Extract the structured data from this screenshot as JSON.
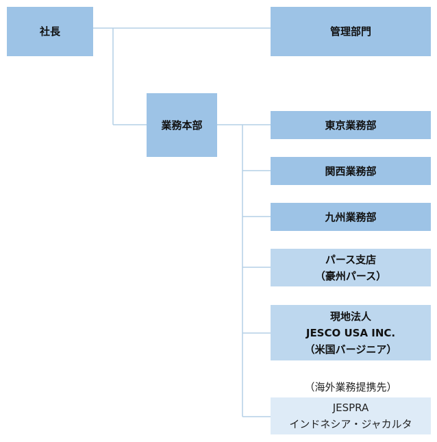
{
  "org_chart": {
    "president": "社長",
    "admin_dept": "管理部門",
    "sales_hq": "業務本部",
    "tokyo": "東京業務部",
    "kansai": "関西業務部",
    "kyushu": "九州業務部",
    "perth": {
      "line1": "パース支店",
      "line2": "（豪州パース）"
    },
    "subsidiary": {
      "line1": "現地法人",
      "line2": "JESCO USA INC.",
      "line3": "（米国バージニア）"
    },
    "partner_note": "（海外業務提携先）",
    "partner": {
      "line1": "JESPRA",
      "line2": "インドネシア・ジャカルタ"
    }
  },
  "colors": {
    "dark_box": "#9dc3e6",
    "mid_box": "#bdd7ee",
    "light_box": "#deebf7",
    "connector": "#b4cfe6"
  }
}
